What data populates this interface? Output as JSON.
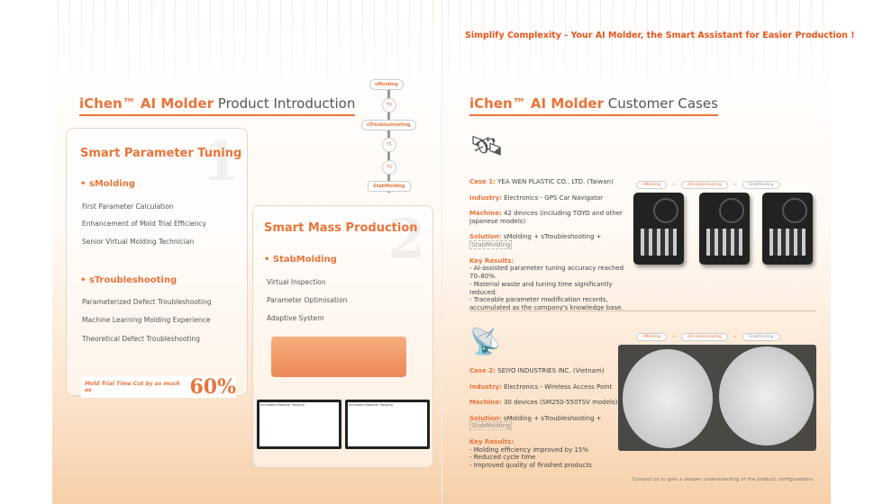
{
  "left": {
    "title_brand": "iChen™ AI Molder",
    "title_rest": "Product Introduction",
    "flow": [
      "sMolding",
      "T0",
      "sTroubleshooting",
      "T1",
      "T2",
      "StabMolding"
    ],
    "card1": {
      "heading": "Smart Parameter Tuning",
      "number": "1",
      "group1": {
        "name": "sMolding",
        "items": [
          "First Parameter Calculation",
          "Enhancement of Mold Trial Efficiency",
          "Senior Virtual Molding Technician"
        ]
      },
      "group2": {
        "name": "sTroubleshooting",
        "items": [
          "Parameterized Defect Troubleshooting",
          "Machine Learning Molding Experience",
          "Theoretical Defect Troubleshooting"
        ]
      }
    },
    "banner": {
      "text": "Mold Trial Time Cut by as much as",
      "value": "60%"
    },
    "card2": {
      "heading": "Smart Mass Production",
      "number": "2",
      "group": {
        "name": "StabMolding",
        "items": [
          "Virtual Inspection",
          "Parameter Optimisation",
          "Adaptive System"
        ]
      }
    },
    "monitor_title": "Simulated Material Tracking"
  },
  "right": {
    "headline": "Simplify Complexity - Your AI Molder, the Smart Assistant for Easier Production !",
    "title_brand": "iChen™ AI Molder",
    "title_rest": "Customer Cases",
    "flow": [
      "sMolding",
      "sTroubleshooting",
      "StabMolding"
    ],
    "case1": {
      "case_label": "Case 1:",
      "case": "YEA WEN PLASTIC CO., LTD. (Taiwan)",
      "industry_label": "Industry:",
      "industry": "Electronics - GPS Car Navigator",
      "machine_label": "Machine:",
      "machine": "42 devices (including TOYO and other Japanese models)",
      "solution_label": "Solution:",
      "solution": "sMolding + sTroubleshooting +",
      "solution_tag": "StabMolding",
      "results_label": "Key Results:",
      "results": [
        "- AI-assisted parameter tuning accuracy reached 70–80%.",
        "- Material waste and tuning time significantly reduced.",
        "- Traceable parameter modification records, accumulated as the company's knowledge base."
      ]
    },
    "case2": {
      "case_label": "Case 2:",
      "case": "SEIYO INDUSTRIES INC. (Vietnam)",
      "industry_label": "Industry:",
      "industry": "Electronics - Wireless Access Point",
      "machine_label": "Machine:",
      "machine": "30 devices (SM250-550TSV models)",
      "solution_label": "Solution:",
      "solution": "sMolding + sTroubleshooting +",
      "solution_tag": "StabMolding",
      "results_label": "Key Results:",
      "results": [
        "- Molding efficiency improved by 15%",
        "- Reduced cycle time",
        "- Improved quality of finished products"
      ]
    },
    "footer": "Contact us to gain a deeper understanding of the product configurations."
  }
}
